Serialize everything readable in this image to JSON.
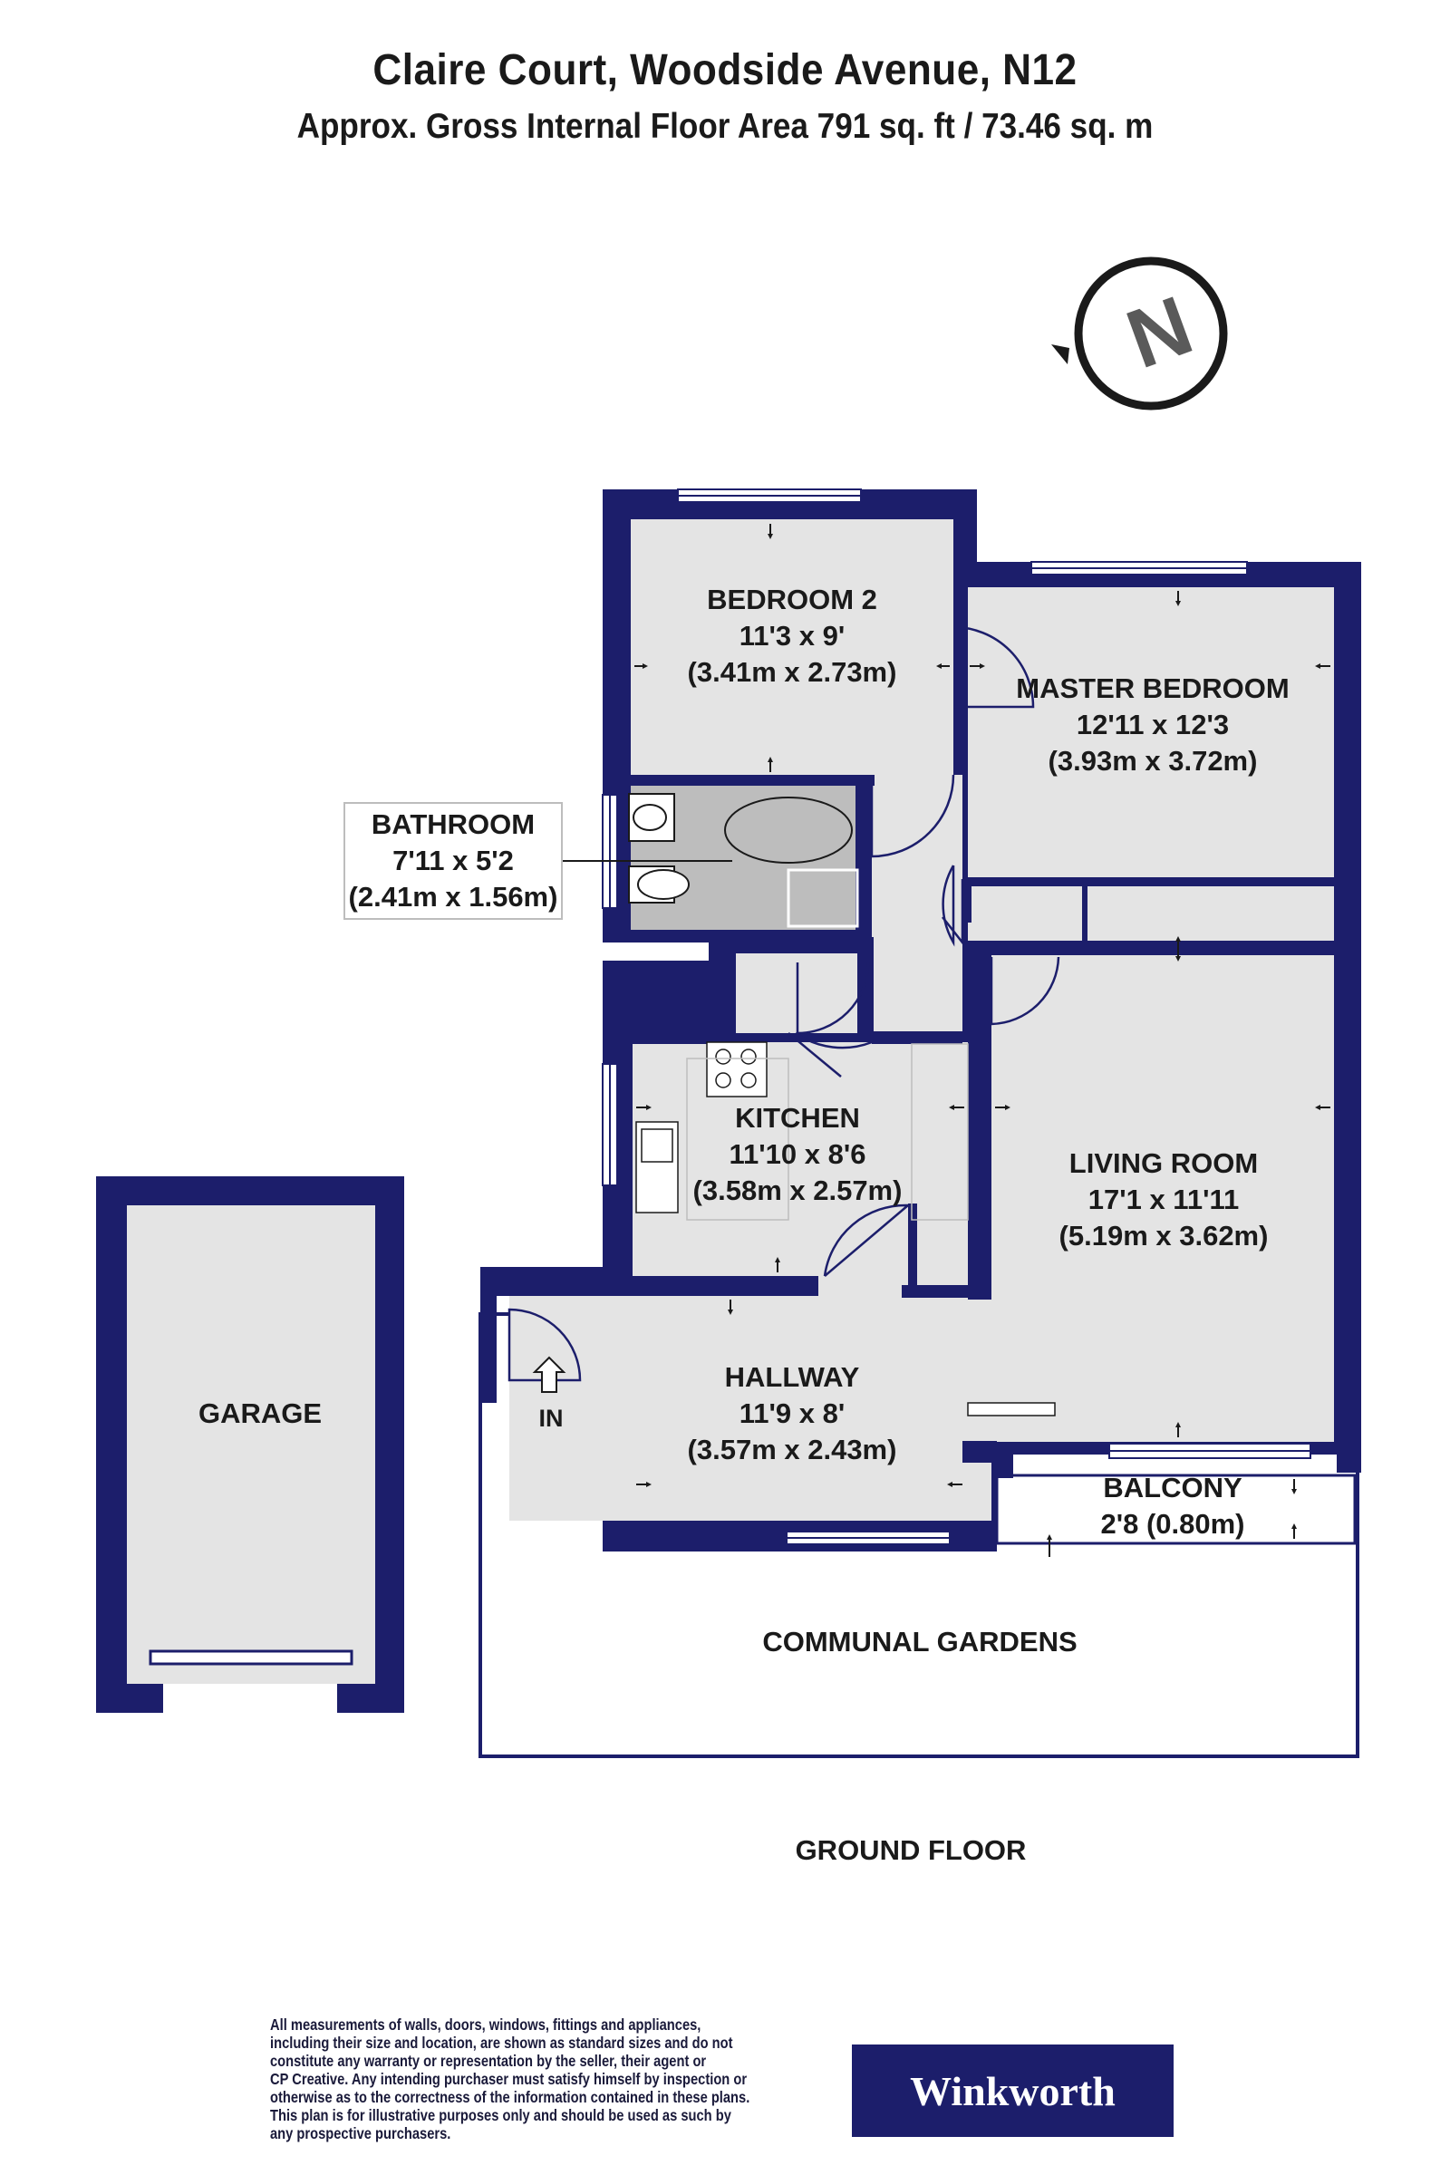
{
  "header": {
    "title": "Claire Court, Woodside Avenue, N12",
    "subtitle": "Approx. Gross Internal Floor Area 791 sq. ft / 73.46 sq. m"
  },
  "compass": {
    "label": "N"
  },
  "colors": {
    "wall": "#1c1e6b",
    "room_fill": "#e4e4e4",
    "bathroom_fill": "#bdbdbd",
    "outline": "#1c1e6b"
  },
  "rooms": {
    "bedroom2": {
      "name": "BEDROOM 2",
      "size_imperial": "11'3 x 9'",
      "size_metric": "(3.41m x 2.73m)"
    },
    "master": {
      "name": "MASTER BEDROOM",
      "size_imperial": "12'11 x 12'3",
      "size_metric": "(3.93m x 3.72m)"
    },
    "bathroom": {
      "name": "BATHROOM",
      "size_imperial": "7'11 x 5'2",
      "size_metric": "(2.41m x 1.56m)"
    },
    "kitchen": {
      "name": "KITCHEN",
      "size_imperial": "11'10 x 8'6",
      "size_metric": "(3.58m x 2.57m)"
    },
    "living": {
      "name": "LIVING ROOM",
      "size_imperial": "17'1 x 11'11",
      "size_metric": "(5.19m x 3.62m)"
    },
    "hallway": {
      "name": "HALLWAY",
      "size_imperial": "11'9 x 8'",
      "size_metric": "(3.57m x 2.43m)"
    },
    "balcony": {
      "name": "BALCONY",
      "size_text": "2'8 (0.80m)"
    },
    "garage": {
      "name": "GARAGE"
    },
    "gardens": {
      "name": "COMMUNAL GARDENS"
    }
  },
  "entrance_label": "IN",
  "floor_label": "GROUND FLOOR",
  "disclaimer": [
    "All measurements of walls, doors, windows, fittings and appliances,",
    "including their size and location, are shown as standard sizes and do not",
    "constitute any warranty or representation by the seller, their agent or",
    "CP Creative. Any intending purchaser must satisfy himself by inspection or",
    "otherwise as to the correctness of the information contained in these plans.",
    "This plan is for illustrative purposes only and should be used as such by",
    "any prospective purchasers."
  ],
  "brand": "Winkworth"
}
